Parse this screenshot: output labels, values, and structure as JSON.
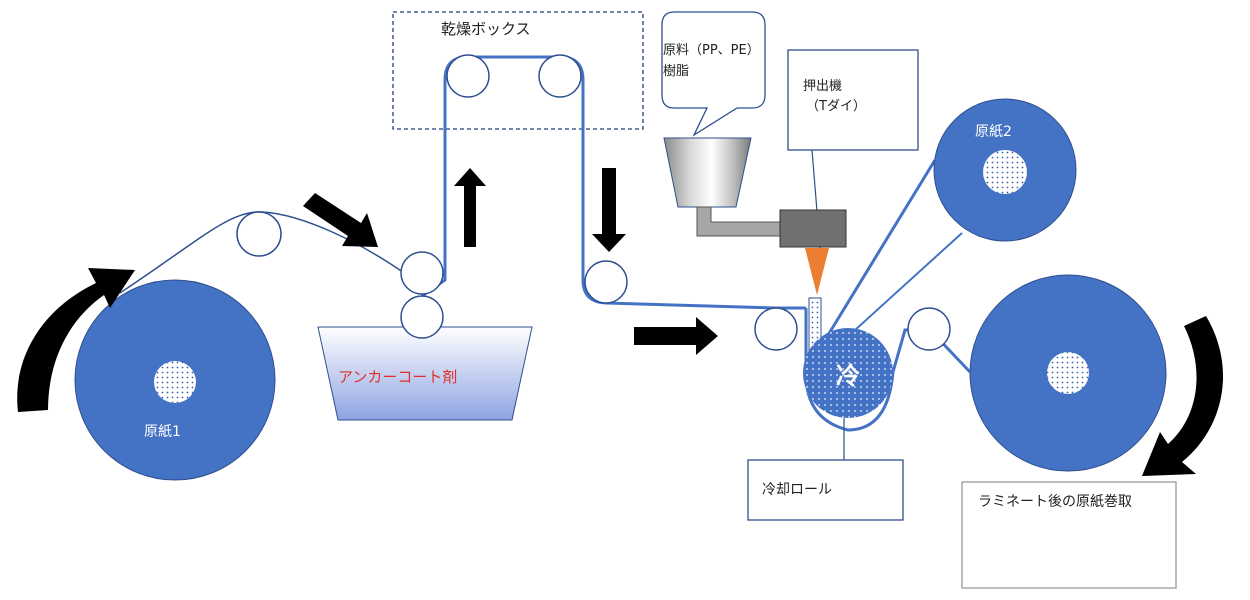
{
  "labels": {
    "drying_box": "乾燥ボックス",
    "resin_line1": "原料（PP、PE）",
    "resin_line2": "樹脂",
    "extruder_line1": "押出機",
    "extruder_line2": "（Tダイ）",
    "base_paper_2": "原紙2",
    "base_paper_1": "原紙1",
    "anchor_coat": "アンカーコート剤",
    "cooling_symbol": "冷",
    "cooling_roll": "冷却ロール",
    "winding": "ラミネート後の原紙巻取"
  },
  "colors": {
    "roll_blue": "#4472c4",
    "web_line": "#4472c4",
    "thin_line": "#2f4f8f",
    "arrow": "#000000",
    "anchor_text": "#e0302a",
    "die_orange": "#ed7d31",
    "extruder_gray": "#707070",
    "pipe_gray": "#a6a6a6"
  },
  "icons": {
    "process_arrow": "black-block-arrow",
    "rotation_arrow": "curved-black-arrow"
  }
}
